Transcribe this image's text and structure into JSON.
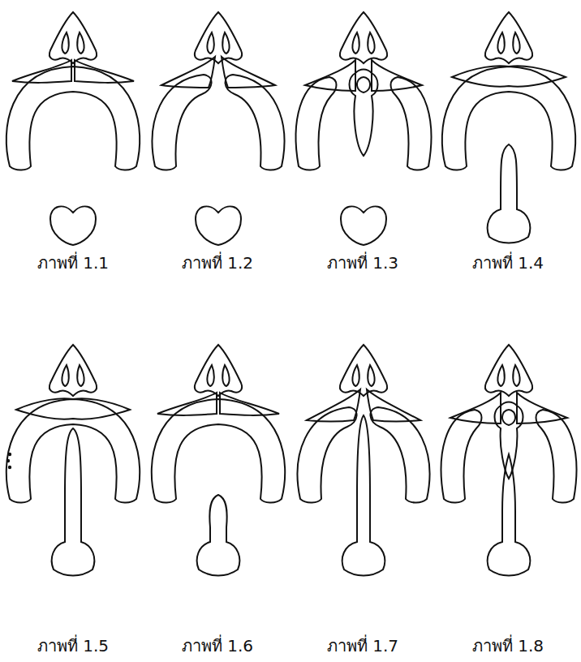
{
  "diagram": {
    "labels": [
      "ภาพที่ 1.1",
      "ภาพที่ 1.2",
      "ภาพที่ 1.3",
      "ภาพที่ 1.4",
      "ภาพที่ 1.5",
      "ภาพที่ 1.6",
      "ภาพที่ 1.7",
      "ภาพที่ 1.8"
    ]
  }
}
